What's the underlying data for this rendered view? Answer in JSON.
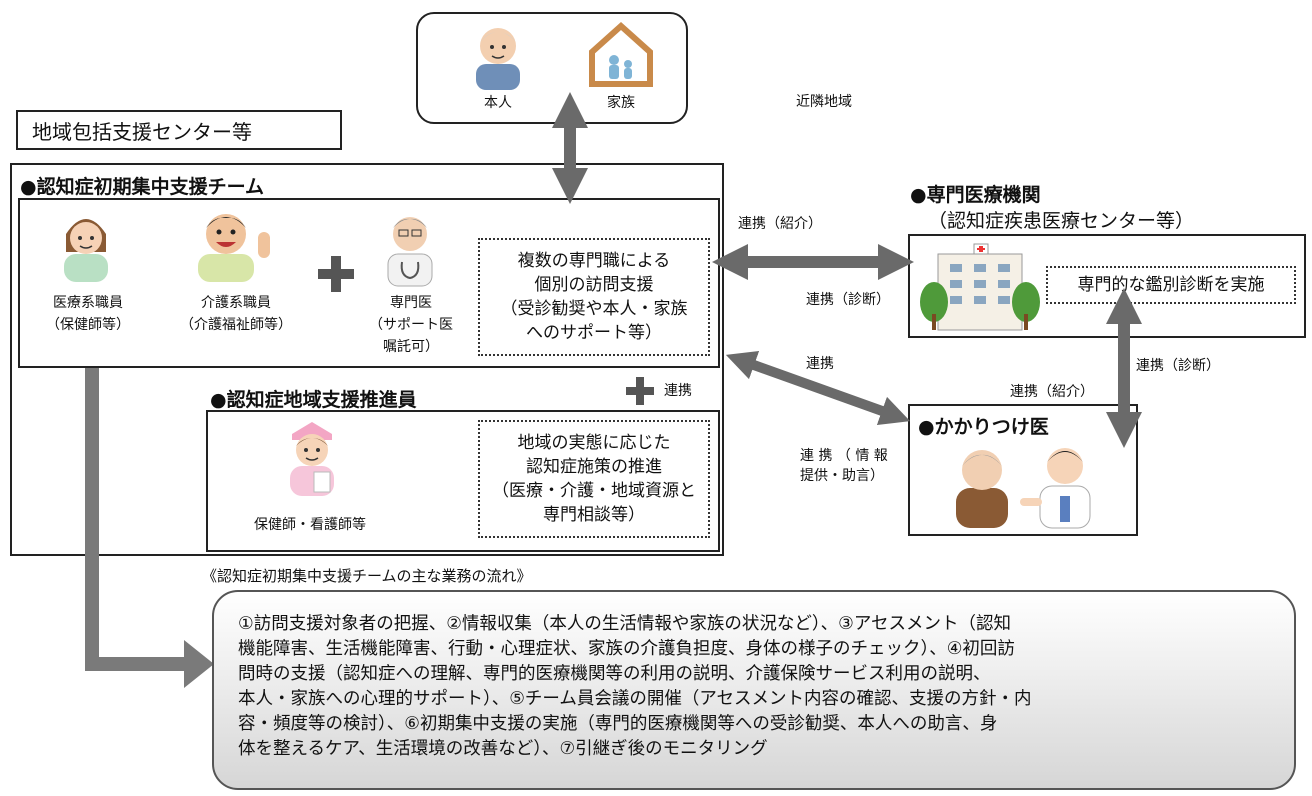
{
  "top": {
    "person_label": "本人",
    "family_label": "家族",
    "neighborhood_label": "近隣地域"
  },
  "center_title": "地域包括支援センター等",
  "team": {
    "title": "●認知症初期集中支援チーム",
    "medical_staff": [
      "医療系職員",
      "（保健師等）"
    ],
    "care_staff": [
      "介護系職員",
      "（介護福祉師等）"
    ],
    "specialist": [
      "専門医",
      "（サポート医",
      "嘱託可）"
    ],
    "visit_support": [
      "複数の専門職による",
      "個別の訪問支援",
      "（受診勧奨や本人・家族",
      "へのサポート等）"
    ]
  },
  "promoter": {
    "title": "●認知症地域支援推進員",
    "staff_label": "保健師・看護師等",
    "description": [
      "地域の実態に応じた",
      "認知症施策の推進",
      "（医療・介護・地域資源と",
      "専門相談等）"
    ],
    "link_label": "連携"
  },
  "hospital": {
    "title_line1": "●専門医療機関",
    "title_line2": "（認知症疾患医療センター等）",
    "description": "専門的な鑑別診断を実施"
  },
  "gp": {
    "title": "●かかりつけ医"
  },
  "links": {
    "referral": "連携（紹介）",
    "diagnosis": "連携（診断）",
    "cooperation": "連携",
    "info": [
      "連 携 （ 情 報",
      "提供・助言）"
    ],
    "gp_referral": "連携（紹介）",
    "gp_diagnosis": "連携（診断）"
  },
  "workflow": {
    "caption": "《認知症初期集中支援チームの主な業務の流れ》",
    "lines": [
      "①訪問支援対象者の把握、②情報収集（本人の生活情報や家族の状況など）、③アセスメント（認知",
      "機能障害、生活機能障害、行動・心理症状、家族の介護負担度、身体の様子のチェック）、④初回訪",
      "問時の支援（認知症への理解、専門的医療機関等の利用の説明、介護保険サービス利用の説明、",
      "本人・家族への心理的サポート）、⑤チーム員会議の開催（アセスメント内容の確認、支援の方針・内",
      "容・頻度等の検討）、⑥初期集中支援の実施（専門的医療機関等への受診勧奨、本人への助言、身",
      "体を整えるケア、生活環境の改善など）、⑦引継ぎ後のモニタリング"
    ]
  }
}
